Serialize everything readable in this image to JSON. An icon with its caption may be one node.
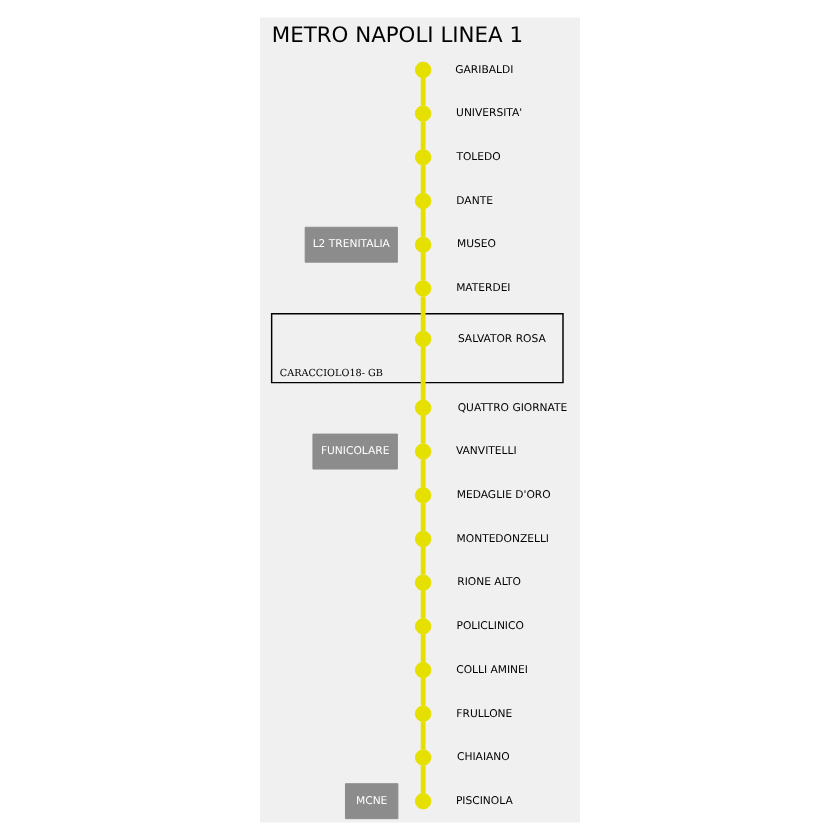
{
  "diagram": {
    "title": "METRO NAPOLI LINEA 1",
    "nodes": [
      {
        "text": [],
        "shape": "circle",
        "beside": [
          "GARIBALDI"
        ]
      },
      {
        "text": [],
        "shape": "circle",
        "beside": [
          "UNIVERSITA'"
        ]
      },
      {
        "text": [],
        "shape": "circle",
        "beside": [
          "TOLEDO"
        ]
      },
      {
        "text": [],
        "shape": "circle",
        "beside": [
          "DANTE"
        ]
      },
      {
        "text": [
          "L2 TRENITALIA"
        ]
      },
      {
        "text": [],
        "shape": "circle",
        "beside": [
          "MUSEO"
        ]
      },
      {
        "text": [],
        "shape": "circle",
        "beside": [
          "MATERDEI"
        ]
      },
      {
        "text": [
          "CARACCIOLO18- GB"
        ]
      },
      {
        "text": [],
        "shape": "circle",
        "beside": [
          "SALVATOR ROSA"
        ],
        "in": 7
      },
      {
        "text": [],
        "shape": "circle",
        "beside": [
          "QUATTRO GIORNATE"
        ]
      },
      {
        "text": [
          "FUNICOLARE"
        ]
      },
      {
        "text": [],
        "shape": "circle",
        "beside": [
          "VANVITELLI"
        ]
      },
      {
        "text": [],
        "shape": "circle",
        "beside": [
          "MEDAGLIE D'ORO"
        ]
      },
      {
        "text": [],
        "shape": "circle",
        "beside": [
          "MONTEDONZELLI"
        ]
      },
      {
        "text": [],
        "shape": "circle",
        "beside": [
          "RIONE ALTO"
        ]
      },
      {
        "text": [],
        "shape": "circle",
        "beside": [
          "POLICLINICO"
        ]
      },
      {
        "text": [],
        "shape": "circle",
        "beside": [
          "COLLI AMINEI"
        ]
      },
      {
        "text": [],
        "shape": "circle",
        "beside": [
          "FRULLONE"
        ]
      },
      {
        "text": [],
        "shape": "circle",
        "beside": [
          "CHIAIANO"
        ]
      },
      {
        "text": [
          "MCNE"
        ]
      },
      {
        "text": [],
        "shape": "circle",
        "beside": [
          "PISCINOLA"
        ]
      }
    ],
    "edges": [
      {
        "from": 0,
        "to": 1,
        "arrow": "none"
      },
      {
        "from": 1,
        "to": 2,
        "arrow": "none"
      },
      {
        "from": 2,
        "to": 3,
        "arrow": "none"
      },
      {
        "from": 3,
        "to": 5,
        "arrow": "none"
      },
      {
        "from": 5,
        "to": 6,
        "arrow": "none"
      },
      {
        "from": 6,
        "to": 8,
        "arrow": "none"
      },
      {
        "from": 8,
        "to": 9,
        "arrow": "none"
      },
      {
        "from": 9,
        "to": 11,
        "arrow": "none"
      },
      {
        "from": 11,
        "to": 12,
        "arrow": "none"
      },
      {
        "from": 12,
        "to": 13,
        "arrow": "none"
      },
      {
        "from": 13,
        "to": 14,
        "arrow": "none"
      },
      {
        "from": 14,
        "to": 15,
        "arrow": "none"
      },
      {
        "from": 15,
        "to": 16,
        "arrow": "none"
      },
      {
        "from": 16,
        "to": 17,
        "arrow": "none"
      },
      {
        "from": 17,
        "to": 18,
        "arrow": "none"
      },
      {
        "from": 18,
        "to": 20,
        "arrow": "none"
      }
    ]
  }
}
